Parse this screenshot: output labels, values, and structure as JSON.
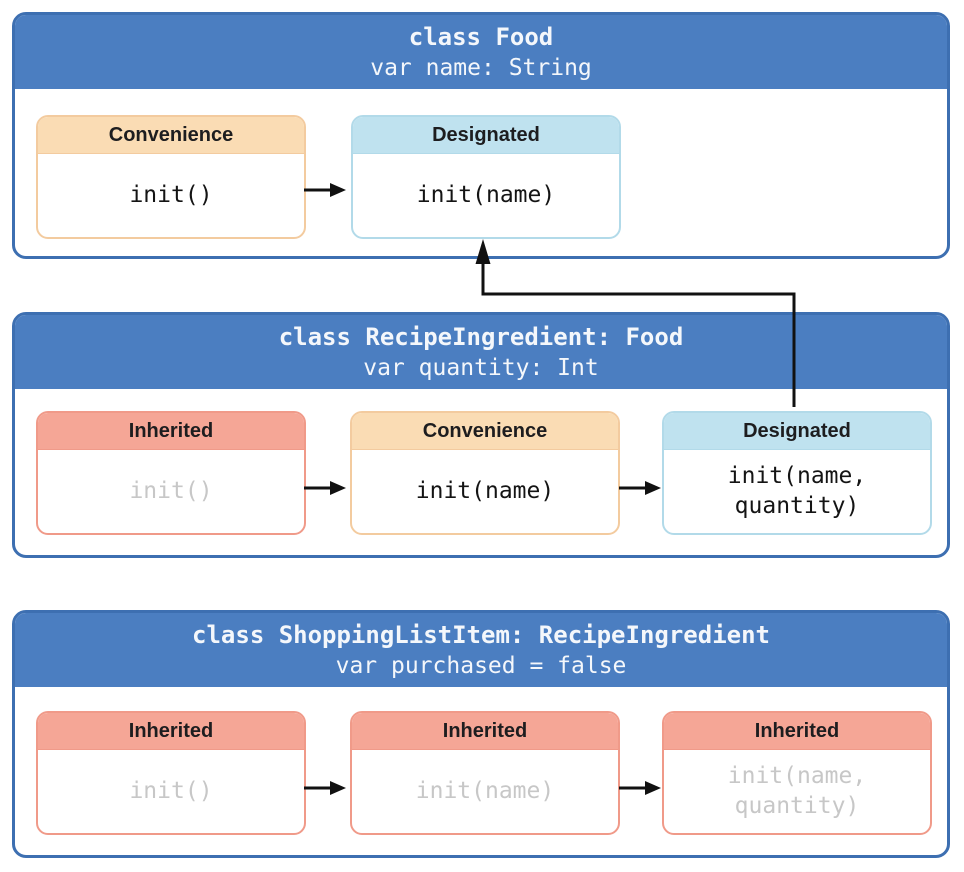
{
  "diagram_title": "Swift initializer delegation diagram",
  "colors": {
    "class_header_bg": "#4B7EC1",
    "class_border": "#3D6FB1",
    "header_text": "#F4F7FB",
    "convenience_bg": "#FADCB4",
    "convenience_border": "#F3CB9F",
    "designated_bg": "#BFE2EF",
    "designated_border": "#B2DAE9",
    "inherited_bg": "#F5A696",
    "inherited_border": "#F09A89",
    "title_text": "#1D1D1F",
    "code_text": "#141414",
    "muted_text": "#C7C7C7",
    "connector": "#111111"
  },
  "classes": [
    {
      "title": "class Food",
      "subtitle": "var name: String",
      "inits": [
        {
          "label": "Convenience",
          "code": "init()"
        },
        {
          "label": "Designated",
          "code": "init(name)"
        }
      ]
    },
    {
      "title": "class RecipeIngredient: Food",
      "subtitle": "var quantity: Int",
      "inits": [
        {
          "label": "Inherited",
          "code": "init()"
        },
        {
          "label": "Convenience",
          "code": "init(name)"
        },
        {
          "label": "Designated",
          "code": "init(name,\nquantity)"
        }
      ]
    },
    {
      "title": "class ShoppingListItem: RecipeIngredient",
      "subtitle": "var purchased = false",
      "inits": [
        {
          "label": "Inherited",
          "code": "init()"
        },
        {
          "label": "Inherited",
          "code": "init(name)"
        },
        {
          "label": "Inherited",
          "code": "init(name,\nquantity)"
        }
      ]
    }
  ]
}
